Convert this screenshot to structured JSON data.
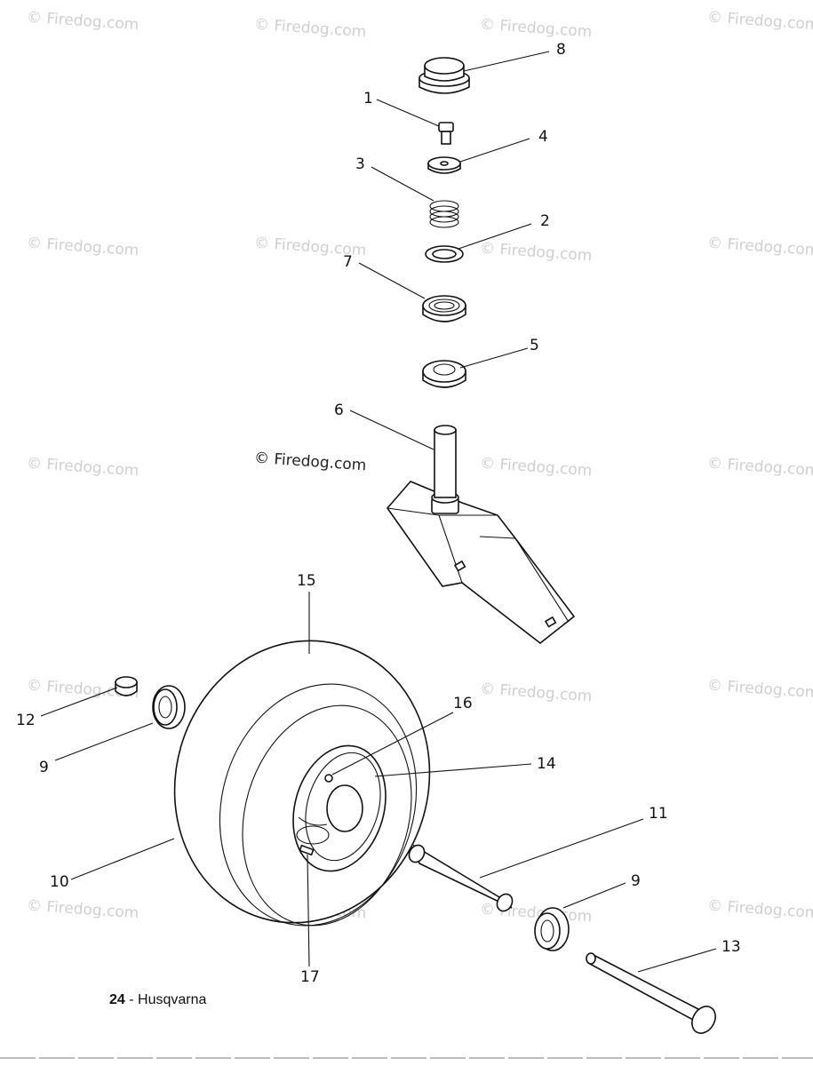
{
  "watermark": "© Firedog.com",
  "watermark_main": "© Firedog.com",
  "footer": {
    "page_number": "24",
    "brand": "- Husqvarna"
  },
  "callouts": {
    "c1": "1",
    "c2": "2",
    "c3": "3",
    "c4": "4",
    "c5": "5",
    "c6": "6",
    "c7": "7",
    "c8": "8",
    "c9a": "9",
    "c9b": "9",
    "c10": "10",
    "c11": "11",
    "c12": "12",
    "c13": "13",
    "c14": "14",
    "c15": "15",
    "c16": "16",
    "c17": "17"
  }
}
